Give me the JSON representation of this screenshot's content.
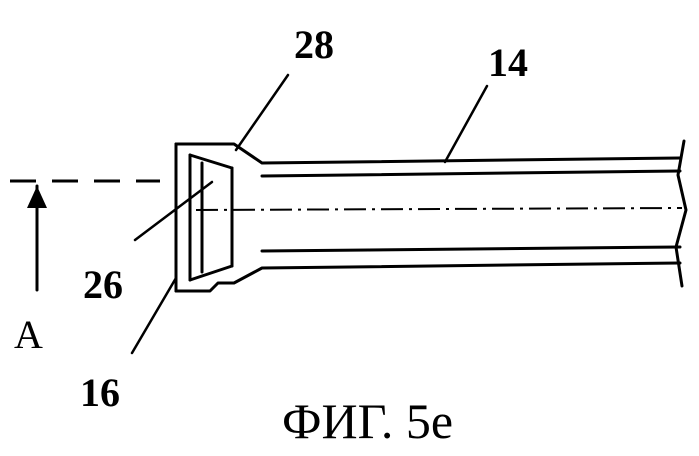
{
  "figure": {
    "caption": "ФИГ. 5е",
    "labels": {
      "ref_28": "28",
      "ref_14": "14",
      "ref_26": "26",
      "ref_16": "16",
      "ref_A": "A"
    }
  },
  "colors": {
    "ink": "#000000",
    "background": "#ffffff"
  }
}
